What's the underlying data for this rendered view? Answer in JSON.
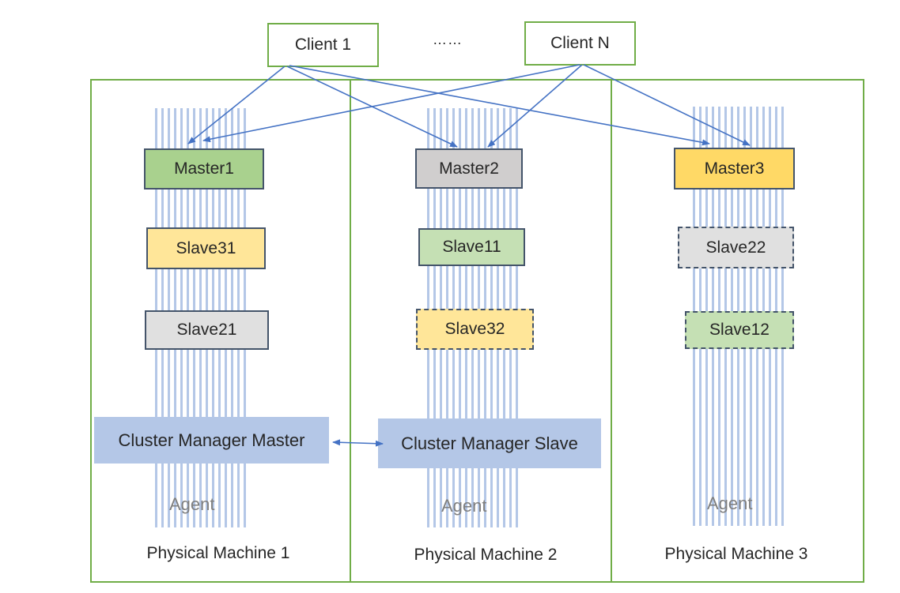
{
  "clients": [
    {
      "label": "Client 1"
    },
    {
      "label": "Client N"
    }
  ],
  "ellipsis": "……",
  "machines": [
    {
      "label": "Physical Machine 1",
      "agent": "Agent"
    },
    {
      "label": "Physical Machine 2",
      "agent": "Agent"
    },
    {
      "label": "Physical Machine 3",
      "agent": "Agent"
    }
  ],
  "nodes": {
    "master1": {
      "label": "Master1",
      "color": "#a9d18e"
    },
    "master2": {
      "label": "Master2",
      "color": "#d0cece"
    },
    "master3": {
      "label": "Master3",
      "color": "#ffd966"
    },
    "slave31": {
      "label": "Slave31",
      "color": "#ffe699"
    },
    "slave21": {
      "label": "Slave21",
      "color": "#e0e0e0"
    },
    "slave11": {
      "label": "Slave11",
      "color": "#c5e0b4"
    },
    "slave32": {
      "label": "Slave32",
      "color": "#ffe699"
    },
    "slave22": {
      "label": "Slave22",
      "color": "#e0e0e0"
    },
    "slave12": {
      "label": "Slave12",
      "color": "#c5e0b4"
    }
  },
  "cluster_manager": {
    "master": "Cluster Manager Master",
    "slave": "Cluster Manager Slave"
  },
  "colors": {
    "machine_border": "#70ad47",
    "arrow": "#4472c4",
    "agent_stripes": "#b4c7e7",
    "cluster_manager_fill": "#b4c7e7"
  }
}
